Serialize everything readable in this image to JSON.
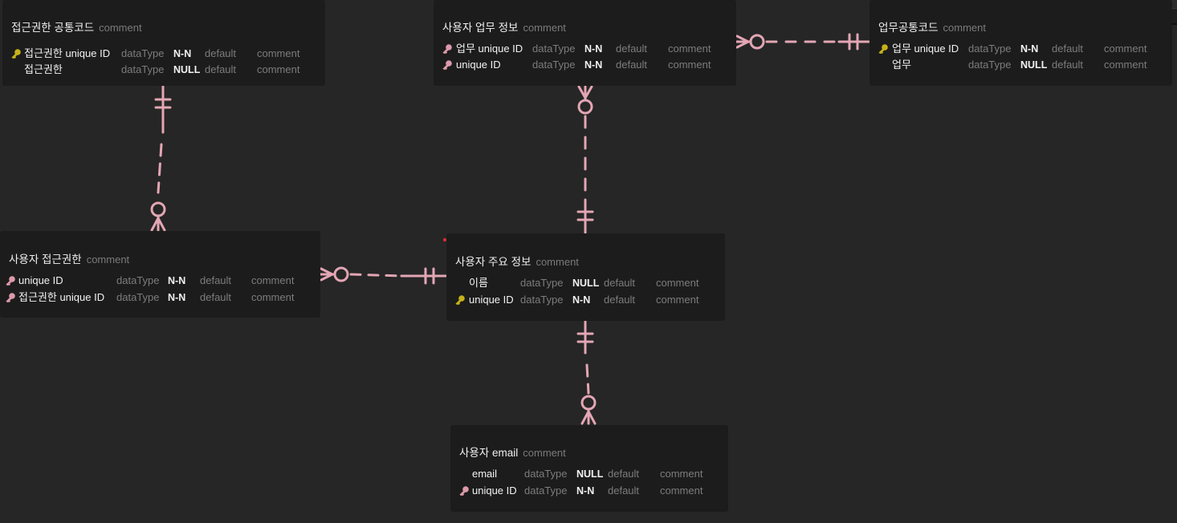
{
  "colors": {
    "background": "#262626",
    "table_bg": "#1c1c1c",
    "relation_line": "#e3a6b4",
    "pk_key": "#c7b21b",
    "fk_key": "#dc9aaa"
  },
  "tables": {
    "t1": {
      "name": "접근권한 공통코드",
      "comment": "comment",
      "columns": [
        {
          "key": "pk-key-icon",
          "name": "접근권한 unique ID",
          "type": "dataType",
          "null": "N-N",
          "default": "default",
          "comment": "comment"
        },
        {
          "key": "",
          "name": "접근권한",
          "type": "dataType",
          "null": "NULL",
          "default": "default",
          "comment": "comment"
        }
      ]
    },
    "t2": {
      "name": "사용자 업무 정보",
      "comment": "comment",
      "columns": [
        {
          "key": "fk-key-icon",
          "name": "업무 unique ID",
          "type": "dataType",
          "null": "N-N",
          "default": "default",
          "comment": "comment"
        },
        {
          "key": "fk-key-icon",
          "name": "unique ID",
          "type": "dataType",
          "null": "N-N",
          "default": "default",
          "comment": "comment"
        }
      ]
    },
    "t3": {
      "name": "업무공통코드",
      "comment": "comment",
      "columns": [
        {
          "key": "pk-key-icon",
          "name": "업무 unique ID",
          "type": "dataType",
          "null": "N-N",
          "default": "default",
          "comment": "comment"
        },
        {
          "key": "",
          "name": "업무",
          "type": "dataType",
          "null": "NULL",
          "default": "default",
          "comment": "comment"
        }
      ]
    },
    "t4": {
      "name": "사용자 접근권한",
      "comment": "comment",
      "columns": [
        {
          "key": "fk-key-icon",
          "name": "unique ID",
          "type": "dataType",
          "null": "N-N",
          "default": "default",
          "comment": "comment"
        },
        {
          "key": "fk-key-icon",
          "name": "접근권한 unique ID",
          "type": "dataType",
          "null": "N-N",
          "default": "default",
          "comment": "comment"
        }
      ]
    },
    "t5": {
      "name": "사용자 주요 정보",
      "comment": "comment",
      "columns": [
        {
          "key": "",
          "name": "이름",
          "type": "dataType",
          "null": "NULL",
          "default": "default",
          "comment": "comment"
        },
        {
          "key": "pk-key-icon",
          "name": "unique ID",
          "type": "dataType",
          "null": "N-N",
          "default": "default",
          "comment": "comment"
        }
      ]
    },
    "t6": {
      "name": "사용자 email",
      "comment": "comment",
      "columns": [
        {
          "key": "",
          "name": "email",
          "type": "dataType",
          "null": "NULL",
          "default": "default",
          "comment": "comment"
        },
        {
          "key": "fk-key-icon",
          "name": "unique ID",
          "type": "dataType",
          "null": "N-N",
          "default": "default",
          "comment": "comment"
        }
      ]
    }
  },
  "relations": [
    {
      "from": "t1",
      "to": "t4",
      "from_end": "one-and-only-one",
      "to_end": "zero-or-many"
    },
    {
      "from": "t3",
      "to": "t2",
      "from_end": "one-and-only-one",
      "to_end": "zero-or-many"
    },
    {
      "from": "t5",
      "to": "t2",
      "from_end": "one-and-only-one",
      "to_end": "zero-or-many"
    },
    {
      "from": "t5",
      "to": "t4",
      "from_end": "one-and-only-one",
      "to_end": "zero-or-many"
    },
    {
      "from": "t5",
      "to": "t6",
      "from_end": "one-and-only-one",
      "to_end": "zero-or-many"
    }
  ]
}
